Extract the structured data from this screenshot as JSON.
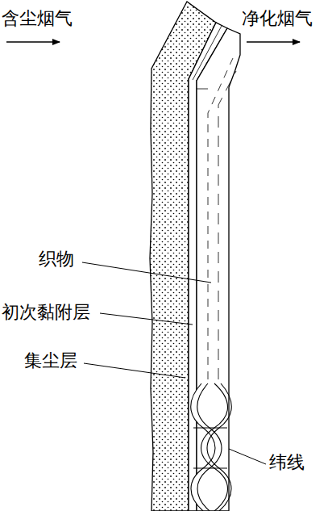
{
  "diagram": {
    "labels": [
      "含尘烟气",
      "净化烟气",
      "织物",
      "初次黏附层",
      "集尘层",
      "纬线"
    ]
  }
}
